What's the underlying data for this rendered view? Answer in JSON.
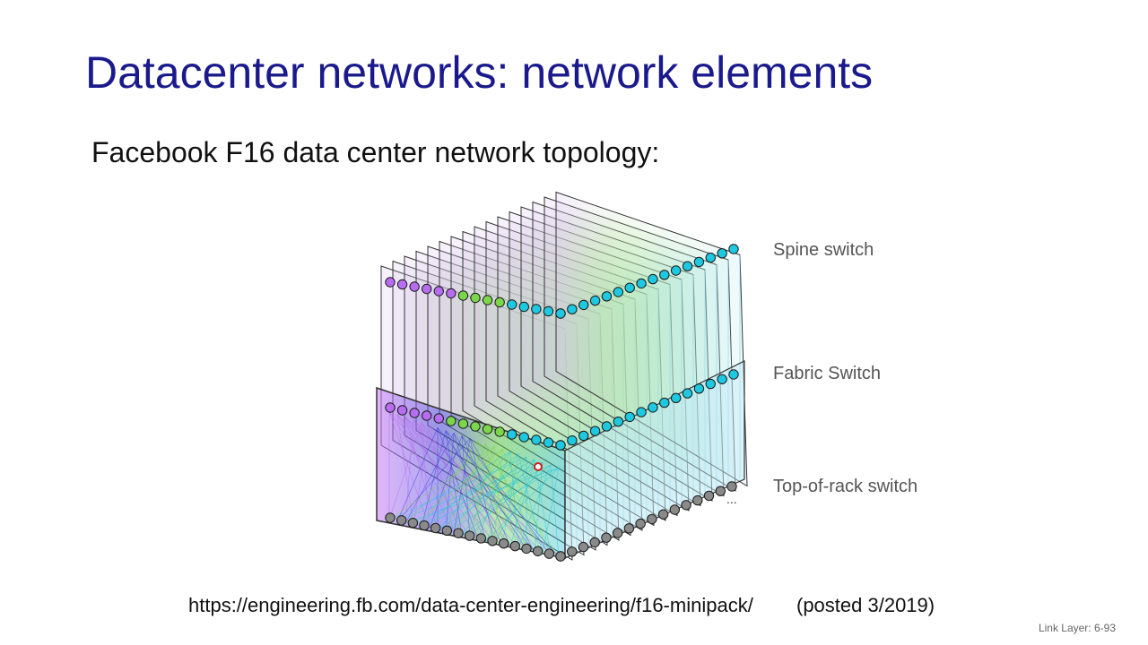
{
  "slide": {
    "title": "Datacenter networks: network elements",
    "subtitle": "Facebook F16 data center network topology:",
    "footer": "Link Layer: 6-93"
  },
  "diagram": {
    "labels": {
      "spine": "Spine switch",
      "fabric": "Fabric Switch",
      "tor": "Top-of-rack switch"
    },
    "colors": {
      "cyan": "#1ec8e0",
      "purple": "#b86cf0",
      "blue": "#3a3ae0",
      "green": "#7cd64a",
      "gray": "#8a8a8a",
      "frame": "#333333"
    }
  },
  "source": {
    "url": "https://engineering.fb.com/data-center-engineering/f16-minipack/",
    "posted": "(posted 3/2019)"
  }
}
